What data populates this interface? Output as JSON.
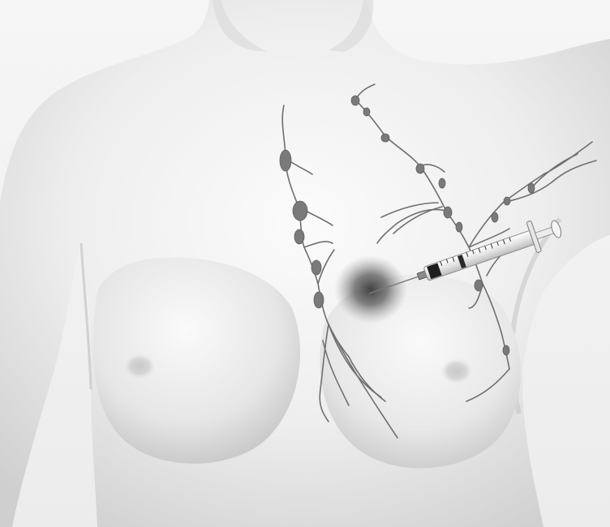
{
  "image": {
    "subject": "",
    "colors": {
      "background": "#f4f4f4",
      "skin_light": "#f7f7f7",
      "skin_mid": "#d9d9d9",
      "skin_shadow": "#a9a9a9",
      "lymph_vessels": "#6f6f6f",
      "injection_halo": "#3c3c3c",
      "syringe_barrel": "#f2f2f2",
      "syringe_marks": "#222222"
    },
    "icons": [
      "torso-illustration",
      "lymphatic-network",
      "lymph-node",
      "injection-site-halo",
      "syringe-icon"
    ]
  }
}
